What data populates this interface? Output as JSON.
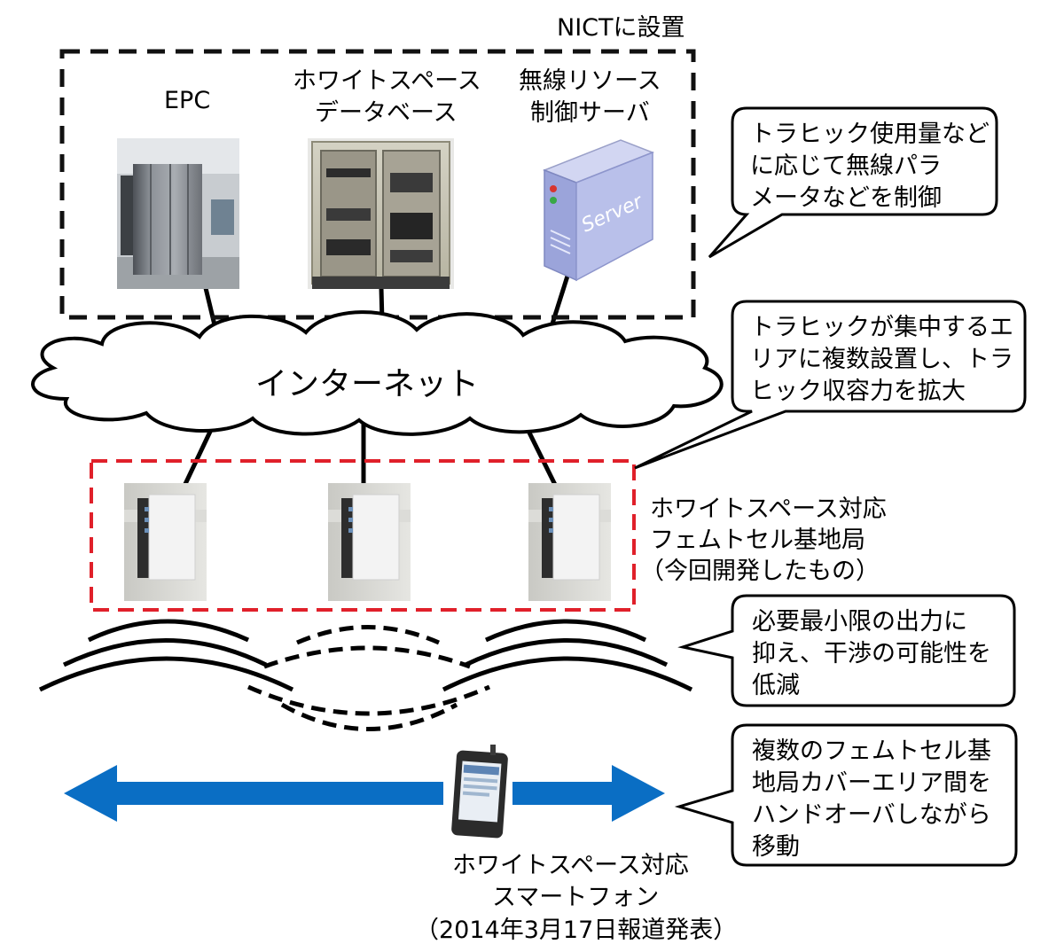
{
  "nict_label": "NICTに設置",
  "equipment": {
    "epc": "EPC",
    "whitespace_db": [
      "ホワイトスペース",
      "データベース"
    ],
    "radio_server": [
      "無線リソース",
      "制御サーバ"
    ],
    "server_icon_text": "Server"
  },
  "internet_label": "インターネット",
  "femtocell_label": [
    "ホワイトスペース対応",
    "フェムトセル基地局",
    "（今回開発したもの）"
  ],
  "smartphone_label": [
    "ホワイトスペース対応",
    "スマートフォン",
    "（2014年3月17日報道発表）"
  ],
  "callouts": [
    [
      "トラヒック使用量など",
      "に応じて無線パラ",
      "メータなどを制御"
    ],
    [
      "トラヒックが集中するエ",
      "リアに複数設置し、トラ",
      "ヒック収容力を拡大"
    ],
    [
      "必要最小限の出力に",
      "抑え、干渉の可能性を",
      "低減"
    ],
    [
      "複数のフェムトセル基",
      "地局カバーエリア間を",
      "ハンドオーバしながら",
      "移動"
    ]
  ],
  "colors": {
    "nict_box": "#111111",
    "femtocell_box": "#e0202a",
    "arrow": "#0a6ec4",
    "server": "#b9c0ea"
  }
}
